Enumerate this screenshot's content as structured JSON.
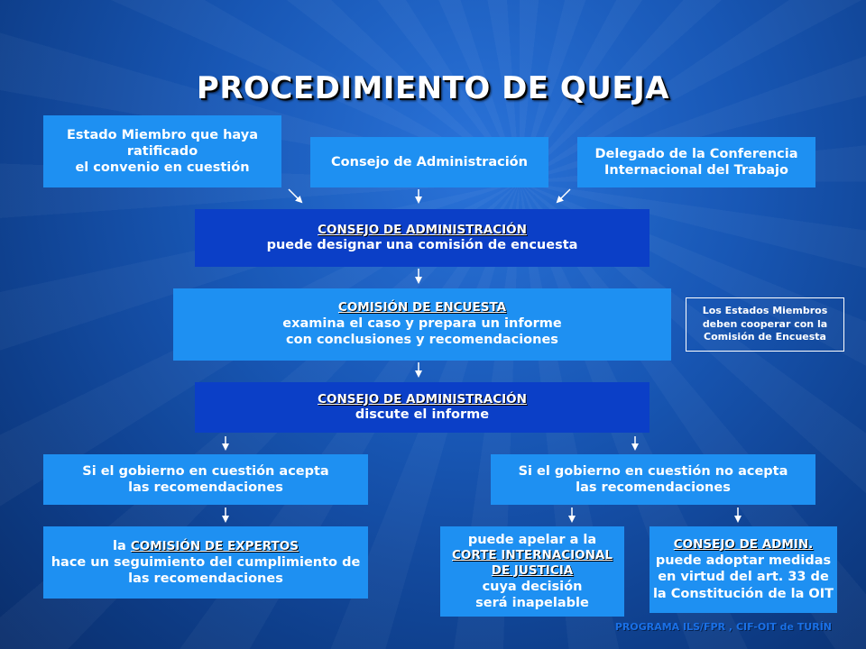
{
  "title": "PROCEDIMIENTO DE QUEJA",
  "sources": {
    "member_state": [
      "Estado Miembro que haya",
      "ratificado",
      "el convenio en cuestión"
    ],
    "governing_body": "Consejo de Administración",
    "delegate": [
      "Delegado de la Conferencia",
      "Internacional del Trabajo"
    ]
  },
  "step1": {
    "head": "CONSEJO DE ADMINISTRACIÓN",
    "text": "puede designar una comisión de encuesta"
  },
  "step2": {
    "head": "COMISIÓN DE ENCUESTA",
    "lines": [
      "examina el caso y prepara un informe",
      "con conclusiones y recomendaciones"
    ]
  },
  "note": [
    "Los Estados Miembros",
    "deben cooperar con la",
    "Comisión de Encuesta"
  ],
  "step3": {
    "head": "CONSEJO DE ADMINISTRACIÓN",
    "text": "discute el informe"
  },
  "accept": [
    "Si el gobierno en cuestión acepta",
    "las recomendaciones"
  ],
  "not_accept": [
    "Si el gobierno en cuestión no acepta",
    "las recomendaciones"
  ],
  "experts": {
    "prefix": "la ",
    "head": "COMISIÓN DE EXPERTOS",
    "lines": [
      "hace un seguimiento del cumplimiento de",
      "las recomendaciones"
    ]
  },
  "icj": {
    "line1": "puede apelar a la",
    "head1": "CORTE INTERNACIONAL",
    "head2": "DE JUSTICIA",
    "line2": "cuya decisión",
    "line3": "será inapelable"
  },
  "admin": {
    "head": "CONSEJO DE ADMIN.",
    "lines": [
      "puede adoptar medidas",
      "en virtud del art. 33 de",
      "la Constitución de la OIT"
    ]
  },
  "footer": "PROGRAMA ILS/FPR , CIF-OIT de TURÍN"
}
